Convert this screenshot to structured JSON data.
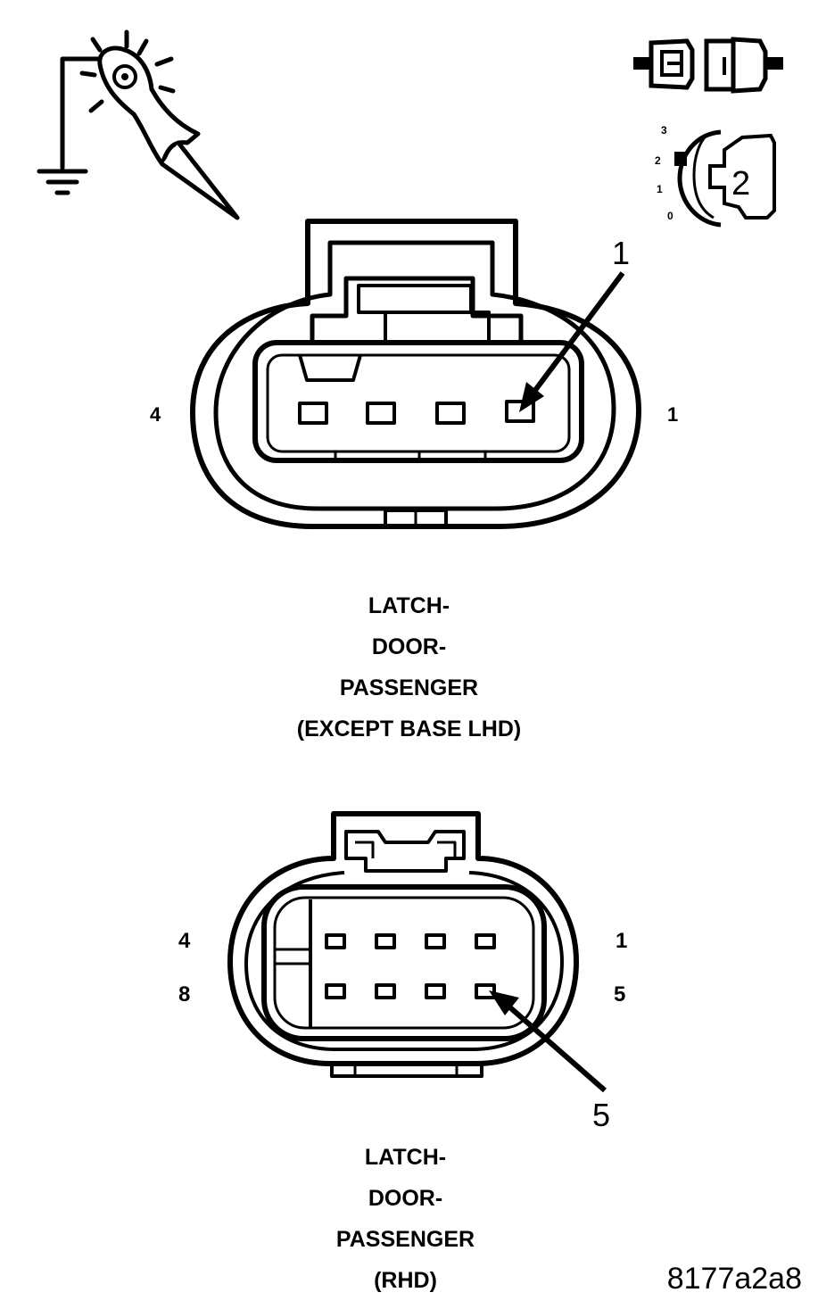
{
  "connector_top": {
    "pin_label_left": "4",
    "pin_label_right": "1",
    "callout": "1",
    "caption": [
      "LATCH-",
      "DOOR-",
      "PASSENGER",
      "(EXCEPT BASE LHD)"
    ]
  },
  "connector_bottom": {
    "pin_label_top_left": "4",
    "pin_label_top_right": "1",
    "pin_label_bottom_left": "8",
    "pin_label_bottom_right": "5",
    "callout": "5",
    "caption": [
      "LATCH-",
      "DOOR-",
      "PASSENGER",
      "(RHD)"
    ]
  },
  "ignition_switch": {
    "positions": [
      "3",
      "2",
      "1",
      "0"
    ],
    "key_label": "2"
  },
  "icons": {
    "test_light": "test-light-probe-icon",
    "ground": "ground-icon",
    "connector_disconnected": "disconnected-connector-icon",
    "ignition": "ignition-key-icon"
  },
  "figure_id": "8177a2a8"
}
